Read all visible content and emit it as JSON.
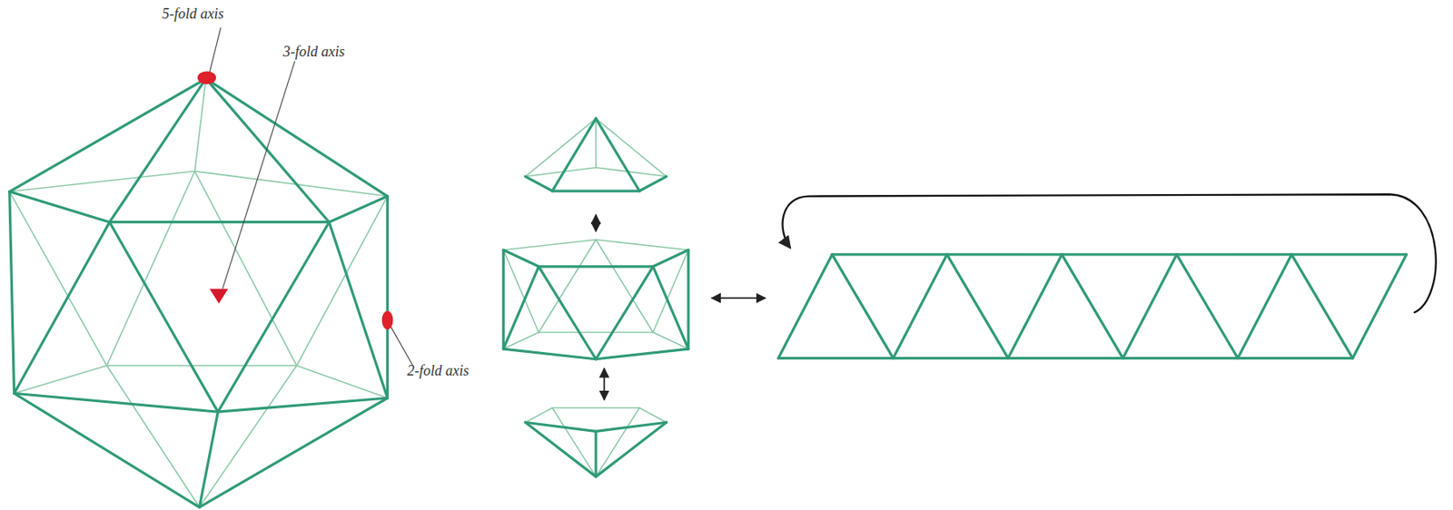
{
  "diagram": {
    "labels": [
      "5-fold axis",
      "3-fold axis",
      "2-fold axis"
    ]
  }
}
